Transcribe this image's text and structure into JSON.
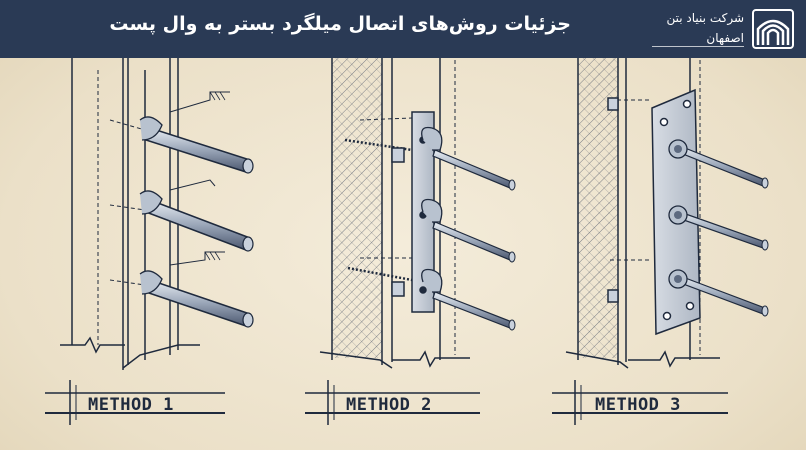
{
  "header": {
    "title": "جزئیات روش‌های اتصال میلگرد بستر به وال پست",
    "logo": {
      "icon": "arches-logo-icon",
      "line1": "شرکت بنیاد بتن",
      "line2": "اصفهان"
    }
  },
  "methods": [
    {
      "label": "METHOD 1"
    },
    {
      "label": "METHOD 2"
    },
    {
      "label": "METHOD 3"
    }
  ],
  "colors": {
    "header_bg": "#2a3a55",
    "paper": "#efe6d2",
    "ink": "#1f2a3d",
    "rod_shade": "#9aa6b8"
  }
}
